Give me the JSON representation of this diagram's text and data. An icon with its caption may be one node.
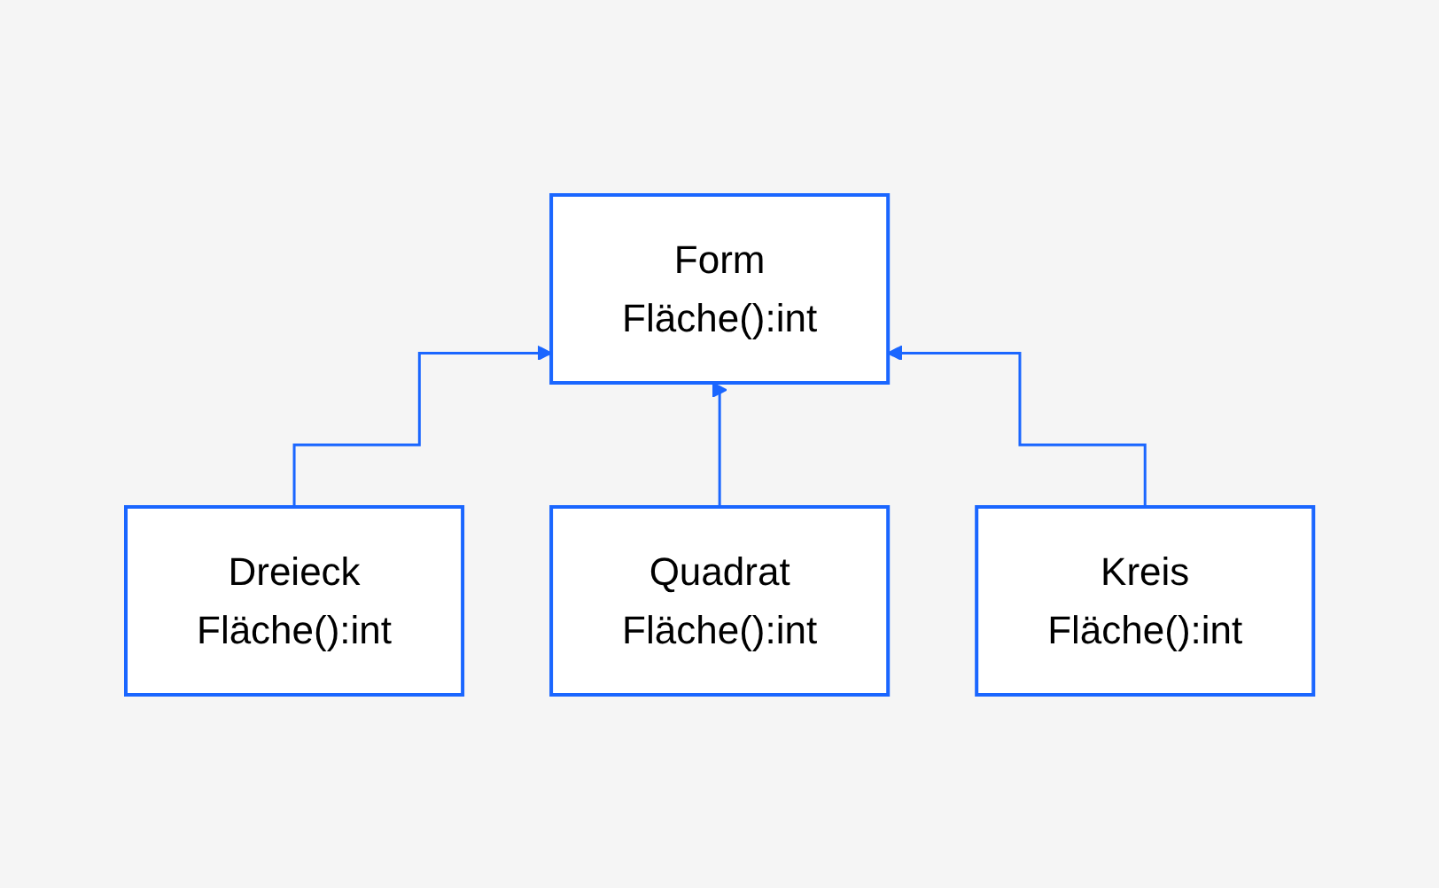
{
  "diagram": {
    "nodes": [
      {
        "text": [
          "Form",
          "Fläche():int"
        ]
      },
      {
        "text": [
          "Dreieck",
          "Fläche():int"
        ]
      },
      {
        "text": [
          "Quadrat",
          "Fläche():int"
        ]
      },
      {
        "text": [
          "Kreis",
          "Fläche():int"
        ]
      }
    ],
    "edges": [
      {
        "from": 1,
        "to": 0,
        "arrow": "to"
      },
      {
        "from": 2,
        "to": 0,
        "arrow": "to"
      },
      {
        "from": 3,
        "to": 0,
        "arrow": "to"
      }
    ]
  }
}
